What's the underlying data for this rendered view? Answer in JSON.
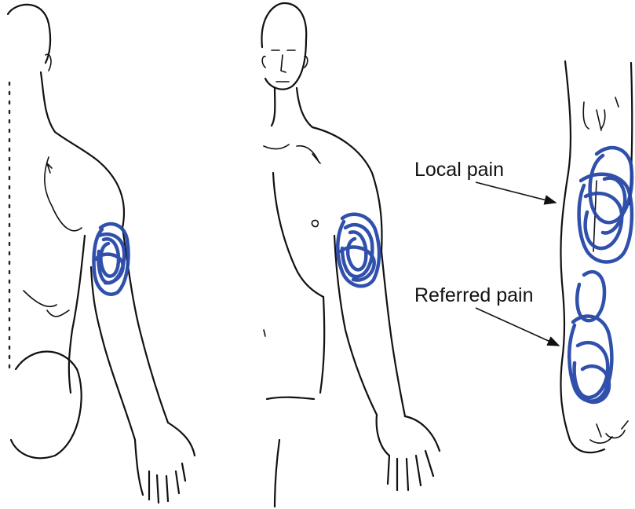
{
  "labels": {
    "local_pain": "Local pain",
    "referred_pain": "Referred pain"
  },
  "colors": {
    "pain_marking": "#2547a8",
    "outline": "#111111",
    "background": "#ffffff"
  },
  "figures": [
    "back-view-figure",
    "front-view-figure",
    "leg-view-figure"
  ]
}
